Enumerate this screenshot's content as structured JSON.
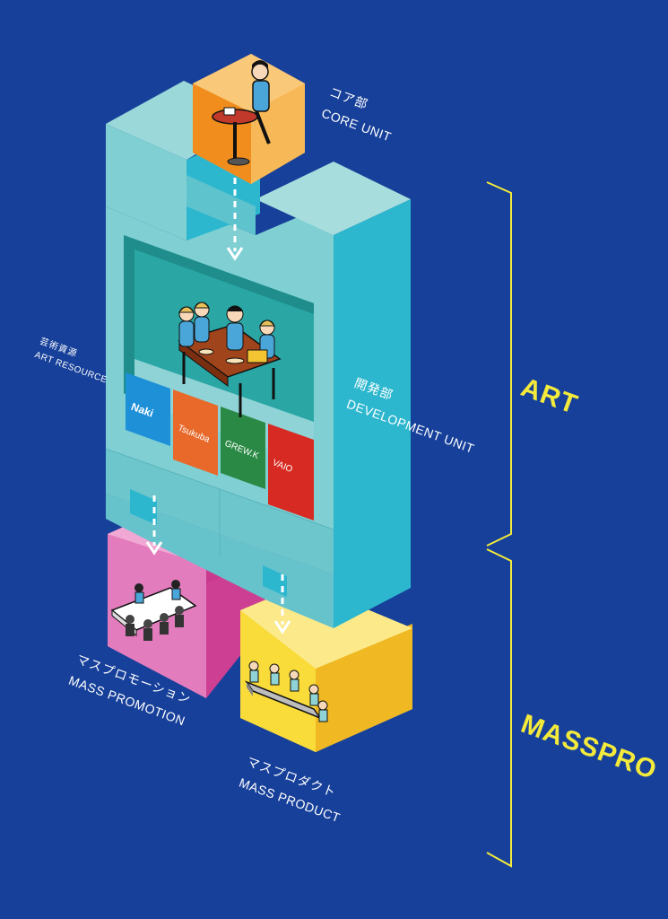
{
  "labels": {
    "core_unit": {
      "ja": "コア部",
      "en": "CORE UNIT"
    },
    "development_unit": {
      "ja": "開発部",
      "en": "DEVELOPMENT UNIT"
    },
    "art_resource": {
      "ja": "芸術資源",
      "en": "ART RESOURCE"
    },
    "mass_promotion": {
      "ja": "マスプロモーション",
      "en": "MASS PROMOTION"
    },
    "mass_product": {
      "ja": "マスプロダクト",
      "en": "MASS PRODUCT"
    }
  },
  "brackets": {
    "art": "ART",
    "masspro": "MASSPRO"
  },
  "brand_tiles": [
    {
      "text": "Naki",
      "color": "#1e90d8"
    },
    {
      "text": "Tsukuba",
      "color": "#e8692a"
    },
    {
      "text": "GREW.K",
      "color": "#2a8a45"
    },
    {
      "text": "VAIO",
      "color": "#d72a22"
    }
  ],
  "colors": {
    "background": "#17409a",
    "accent_yellow": "#f3ea3c",
    "cyan_light": "#8fd3d6",
    "cyan_mid": "#5bbfcc",
    "cyan_dark": "#2bb5d0",
    "core_orange": "#f39a22",
    "promo_pink": "#d7479c",
    "product_yellow": "#f3c532"
  }
}
